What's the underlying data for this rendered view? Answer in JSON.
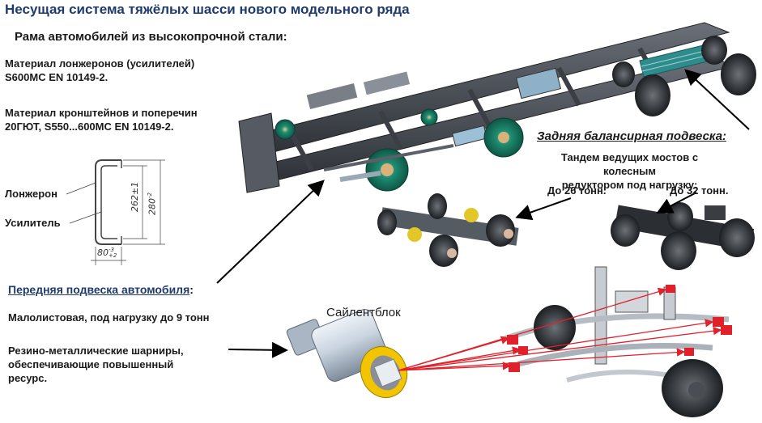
{
  "title": "Несущая система тяжёлых шасси нового модельного ряда",
  "frame": {
    "heading": "Рама автомобилей из высокопрочной стали:",
    "spar_material_line1": "Материал лонжеронов (усилителей)",
    "spar_material_line2": "S600MC EN 10149-2.",
    "bracket_material_line1": "Материал кронштейнов и поперечин",
    "bracket_material_line2": "20ГЮТ, S550...600MC EN 10149-2."
  },
  "profile": {
    "spar_label": "Лонжерон",
    "reinforcement_label": "Усилитель",
    "dim_inner": "262±1",
    "dim_outer": "280",
    "dim_outer_sup": "-2",
    "dim_width": "80",
    "dim_width_sup": "-3",
    "dim_width_sub": "+2"
  },
  "rear_suspension": {
    "heading": "Задняя балансирная подвеска:",
    "desc_line1": "Тандем ведущих мостов с колесным",
    "desc_line2": "редуктором под нагрузку:",
    "load_a": "До 26 тонн.",
    "load_b": "До 32 тонн."
  },
  "front_suspension": {
    "heading": "Передняя подвеска автомобиля",
    "heading_suffix": ":",
    "desc": "Малолистовая, под нагрузку до 9 тонн",
    "joints_line1": "Резино-металлические шарниры,",
    "joints_line2": "обеспечивающие  повышенный",
    "joints_line3": "ресурс."
  },
  "silentblock": {
    "label": "Сайлентблок"
  },
  "colors": {
    "title": "#1f3a6e",
    "frame_steel": "#4a4f57",
    "hub_green": "#1e8f74",
    "spring_teal": "#2f8c8c",
    "arrow_red": "#e0202a",
    "arrow_black": "#000000",
    "bushing_yellow": "#f2c500",
    "silentblock_body": "#c9d4e0"
  }
}
